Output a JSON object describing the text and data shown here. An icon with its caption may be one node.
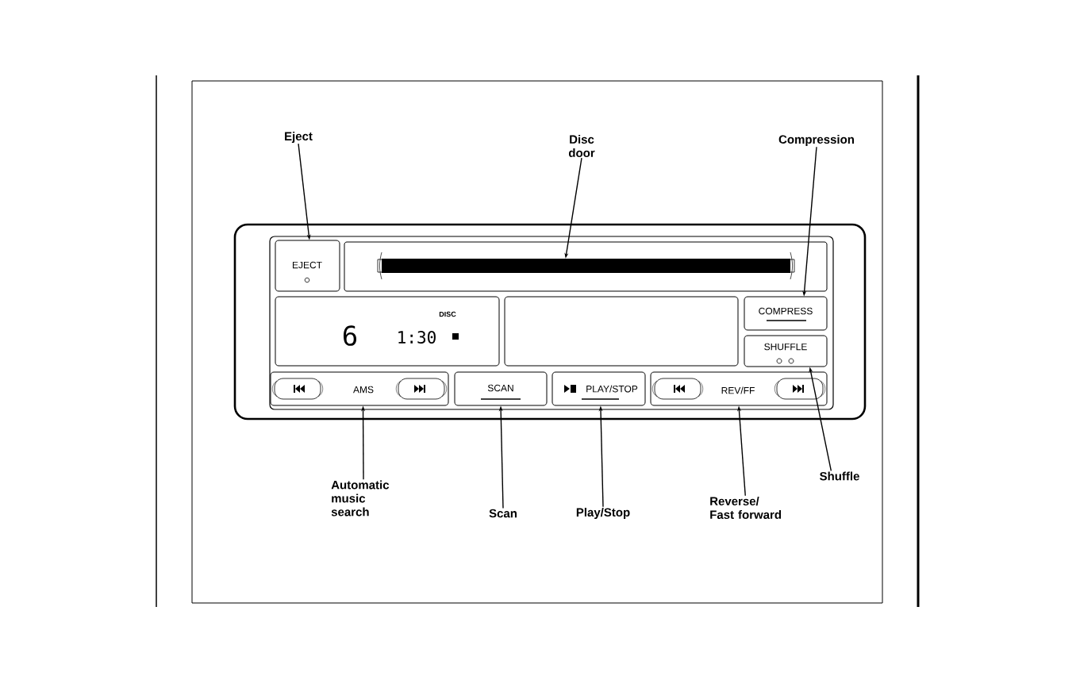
{
  "diagram": {
    "nodes": [
      {
        "text": [
          "Eject"
        ]
      },
      {
        "text": [
          "Disc door"
        ]
      },
      {
        "text": [
          "Compression"
        ]
      },
      {
        "text": [],
        "shape": "box"
      },
      {
        "text": [
          "EJECT"
        ],
        "in": 3
      },
      {
        "text": [],
        "shape": "bar",
        "in": 3
      },
      {
        "text": [
          "6",
          "1:30",
          "DISC"
        ],
        "in": 3
      },
      {
        "text": [],
        "shape": "box",
        "in": 3
      },
      {
        "text": [
          "COMPRESS"
        ],
        "in": 3
      },
      {
        "text": [
          "SHUFFLE"
        ],
        "in": 3
      },
      {
        "text": [
          "AMS"
        ],
        "in": 3
      },
      {
        "text": [
          "SCAN"
        ],
        "in": 3
      },
      {
        "text": [
          "PLAY/STOP"
        ],
        "in": 3
      },
      {
        "text": [
          "REV/FF"
        ],
        "in": 3
      },
      {
        "text": [
          "Automatic music search"
        ]
      },
      {
        "text": [
          "Scan"
        ]
      },
      {
        "text": [
          "Play/Stop"
        ]
      },
      {
        "text": [
          "Reverse/ Fast forward"
        ]
      },
      {
        "text": [
          "Shuffle"
        ]
      }
    ],
    "edges": [
      {
        "from": 0,
        "to": 4,
        "arrow": "to"
      },
      {
        "from": 1,
        "to": 5,
        "arrow": "to"
      },
      {
        "from": 2,
        "to": 8,
        "arrow": "to"
      },
      {
        "from": 14,
        "to": 10,
        "arrow": "to"
      },
      {
        "from": 15,
        "to": 11,
        "arrow": "to"
      },
      {
        "from": 16,
        "to": 12,
        "arrow": "to"
      },
      {
        "from": 17,
        "to": 13,
        "arrow": "to"
      },
      {
        "from": 18,
        "to": 9,
        "arrow": "to"
      }
    ]
  }
}
